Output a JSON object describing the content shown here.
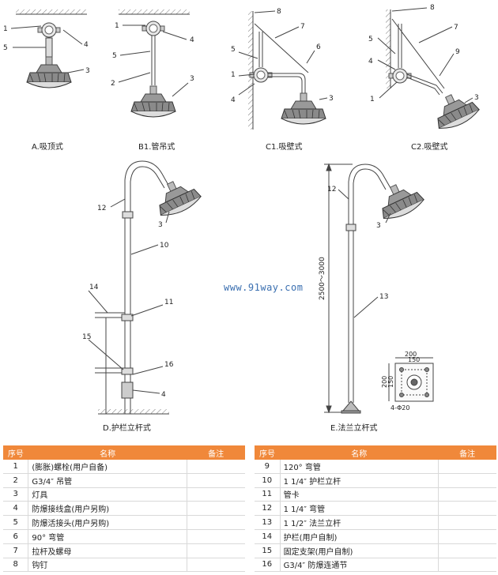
{
  "figures": {
    "A": {
      "caption": "A.吸顶式",
      "callouts": [
        "1",
        "5",
        "4",
        "3"
      ]
    },
    "B1": {
      "caption": "B1.管吊式",
      "callouts": [
        "1",
        "4",
        "5",
        "2",
        "3"
      ]
    },
    "C1": {
      "caption": "C1.吸壁式",
      "callouts": [
        "8",
        "7",
        "5",
        "6",
        "1",
        "4",
        "3"
      ]
    },
    "C2": {
      "caption": "C2.吸壁式",
      "callouts": [
        "8",
        "7",
        "5",
        "4",
        "9",
        "1",
        "3"
      ]
    },
    "D": {
      "caption": "D.护栏立杆式",
      "callouts": [
        "12",
        "3",
        "10",
        "14",
        "11",
        "15",
        "16",
        "4"
      ]
    },
    "E": {
      "caption": "E.法兰立杆式",
      "callouts": [
        "12",
        "3",
        "13"
      ],
      "height_dim": "2500～3000"
    }
  },
  "flange": {
    "w_outer": "200",
    "w_inner": "150",
    "h_outer": "200",
    "h_inner": "150",
    "holes": "4-Φ20"
  },
  "watermark": "www.91way.com",
  "table_headers": {
    "no": "序号",
    "name": "名称",
    "note": "备注"
  },
  "parts_left": [
    {
      "no": "1",
      "name": "(膨胀)螺栓(用户自备)"
    },
    {
      "no": "2",
      "name": "G3/4″ 吊管"
    },
    {
      "no": "3",
      "name": "灯具"
    },
    {
      "no": "4",
      "name": "防爆接线盒(用户另购)"
    },
    {
      "no": "5",
      "name": "防爆活接头(用户另购)"
    },
    {
      "no": "6",
      "name": "90° 弯管"
    },
    {
      "no": "7",
      "name": "拉杆及螺母"
    },
    {
      "no": "8",
      "name": "钩钉"
    }
  ],
  "parts_right": [
    {
      "no": "9",
      "name": "120° 弯管"
    },
    {
      "no": "10",
      "name": "1 1/4″ 护栏立杆"
    },
    {
      "no": "11",
      "name": "管卡"
    },
    {
      "no": "12",
      "name": "1 1/4″ 弯管"
    },
    {
      "no": "13",
      "name": "1 1/2″ 法兰立杆"
    },
    {
      "no": "14",
      "name": "护栏(用户自制)"
    },
    {
      "no": "15",
      "name": "固定支架(用户自制)"
    },
    {
      "no": "16",
      "name": "G3/4″ 防爆连通节"
    }
  ]
}
